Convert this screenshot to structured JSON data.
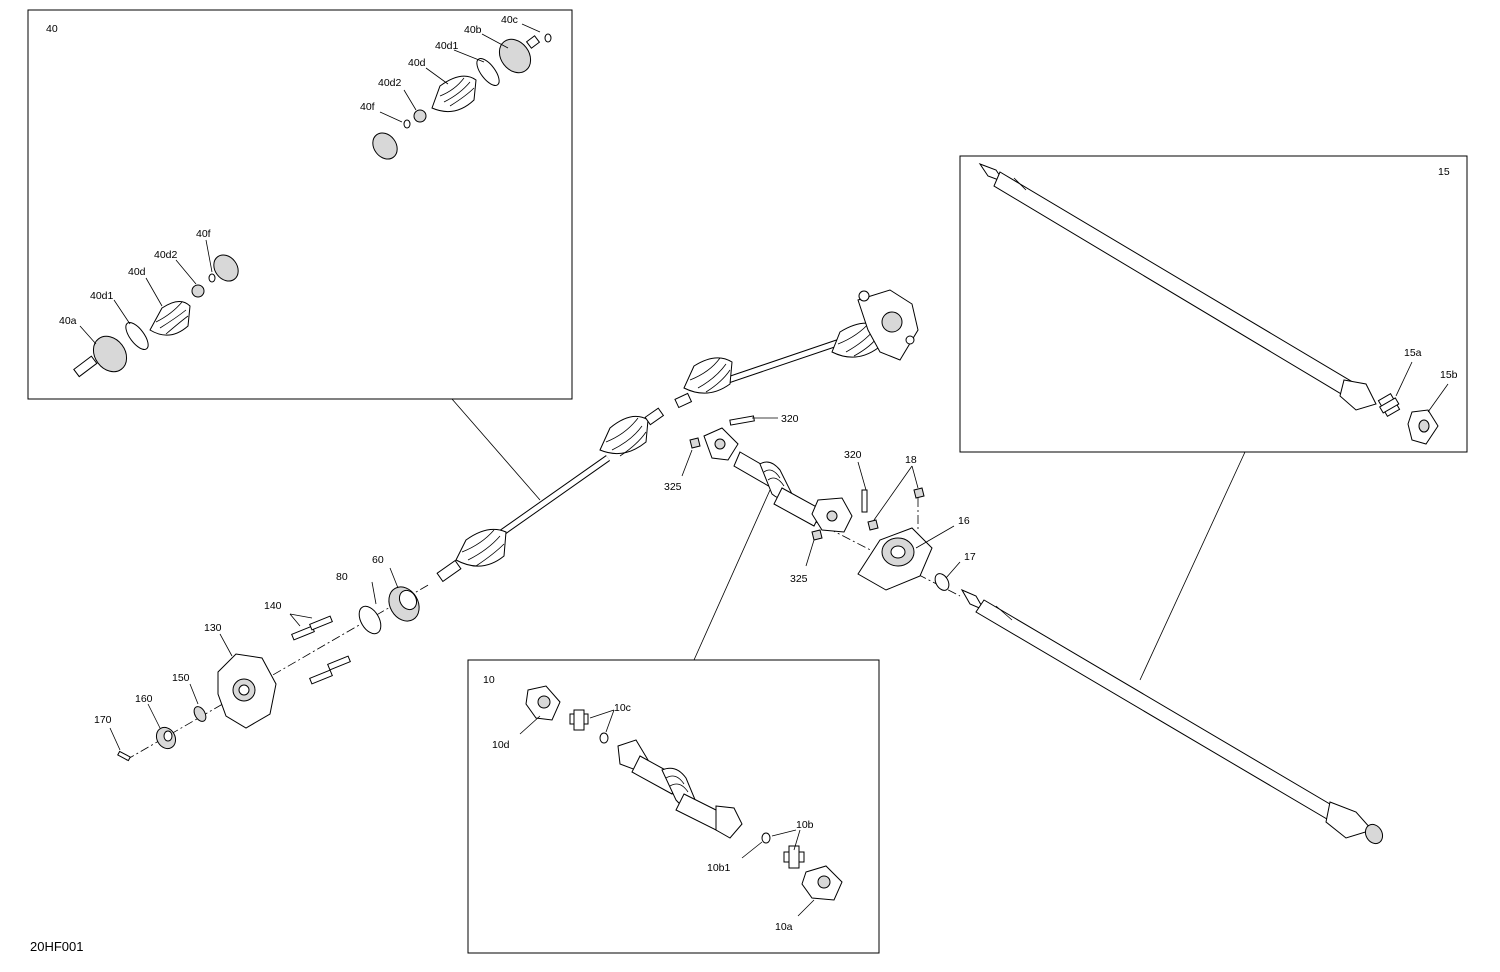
{
  "diagram_code": "20HF001",
  "callouts": {
    "c40": "40",
    "c40a": "40a",
    "c40b": "40b",
    "c40c": "40c",
    "c40d1_top": "40d1",
    "c40d_top": "40d",
    "c40d2_top": "40d2",
    "c40f_top": "40f",
    "c40f_bot": "40f",
    "c40d2_bot": "40d2",
    "c40d_bot": "40d",
    "c40d1_bot": "40d1",
    "c15": "15",
    "c15a": "15a",
    "c15b": "15b",
    "c320_a": "320",
    "c320_b": "320",
    "c325_a": "325",
    "c325_b": "325",
    "c18": "18",
    "c16": "16",
    "c17": "17",
    "c60": "60",
    "c80": "80",
    "c140": "140",
    "c130": "130",
    "c150": "150",
    "c160": "160",
    "c170": "170",
    "c10": "10",
    "c10c": "10c",
    "c10d": "10d",
    "c10b": "10b",
    "c10b1": "10b1",
    "c10a": "10a"
  }
}
